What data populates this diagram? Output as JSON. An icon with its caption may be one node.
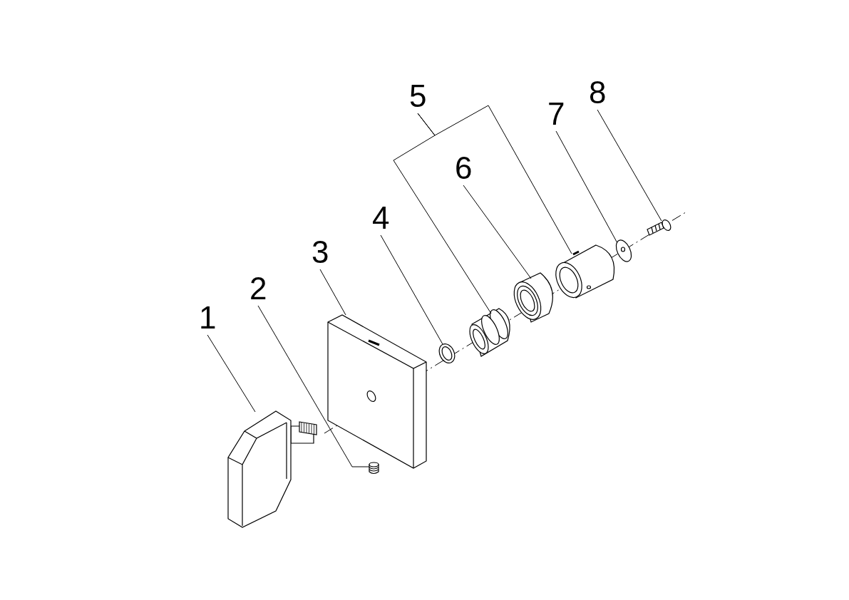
{
  "diagram": {
    "nodes": [
      {
        "text": [
          "1"
        ]
      },
      {
        "text": [
          "2"
        ]
      },
      {
        "text": [
          "3"
        ]
      },
      {
        "text": [
          "4"
        ]
      },
      {
        "text": [
          "5"
        ]
      },
      {
        "text": [
          "6"
        ]
      },
      {
        "text": [
          "7"
        ]
      },
      {
        "text": [
          "8"
        ]
      },
      {
        "text": [],
        "shape": "picture"
      },
      {
        "text": [],
        "shape": "picture"
      },
      {
        "text": [],
        "shape": "picture"
      },
      {
        "text": [],
        "shape": "picture"
      },
      {
        "text": [],
        "shape": "picture"
      },
      {
        "text": [],
        "shape": "picture"
      },
      {
        "text": [],
        "shape": "picture"
      },
      {
        "text": [],
        "shape": "picture"
      },
      {
        "text": [],
        "shape": "picture"
      }
    ],
    "edges": [
      {
        "from": 0,
        "to": 8,
        "arrow": "none"
      },
      {
        "from": 1,
        "to": 9,
        "arrow": "none"
      },
      {
        "from": 2,
        "to": 10,
        "arrow": "none"
      },
      {
        "from": 3,
        "to": 11,
        "arrow": "none"
      },
      {
        "from": 4,
        "to": 12,
        "arrow": "none"
      },
      {
        "from": 4,
        "to": 14,
        "arrow": "none"
      },
      {
        "from": 5,
        "to": 13,
        "arrow": "none"
      },
      {
        "from": 6,
        "to": 15,
        "arrow": "none"
      },
      {
        "from": 7,
        "to": 16,
        "arrow": "none"
      }
    ]
  }
}
